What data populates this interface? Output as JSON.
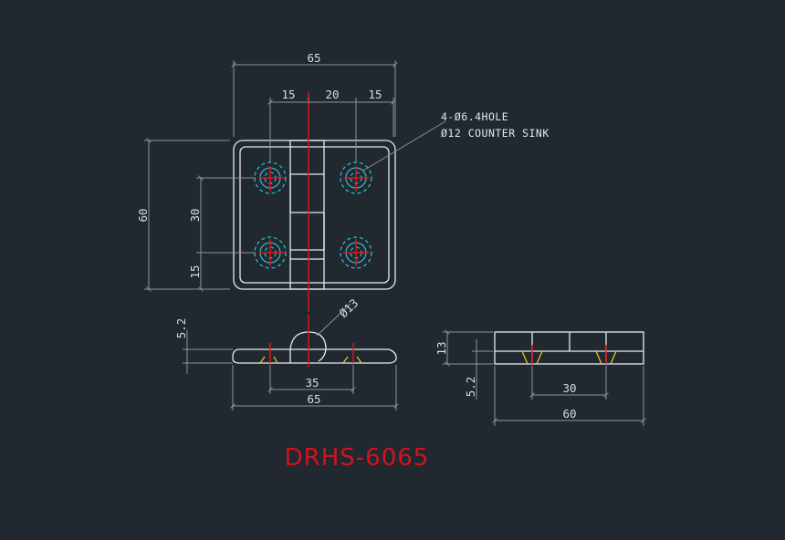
{
  "drawing": {
    "title": "DRHS-6065",
    "callout_line1": "4-Ø6.4HOLE",
    "callout_line2": "Ø12 COUNTER SINK",
    "top_view": {
      "overall_width": "65",
      "left_pitch": "15",
      "center_pitch": "20",
      "right_pitch": "15",
      "height": "60",
      "hole_spacing_v": "30",
      "hole_edge_v": "15"
    },
    "front_view": {
      "thickness": "5.2",
      "knuckle_dia": "Ø13",
      "hole_spacing": "35",
      "overall_width": "65"
    },
    "side_view": {
      "knuckle_height": "13",
      "thickness": "5.2",
      "hole_spacing": "30",
      "overall_length": "60"
    }
  },
  "colors": {
    "background": "#212830",
    "dimension": "#8e959c",
    "outline": "#e8eaec",
    "centerline": "#e0141c",
    "hole": "#2fb6c6",
    "countersink": "#e6d31b",
    "title": "#d0141c"
  }
}
